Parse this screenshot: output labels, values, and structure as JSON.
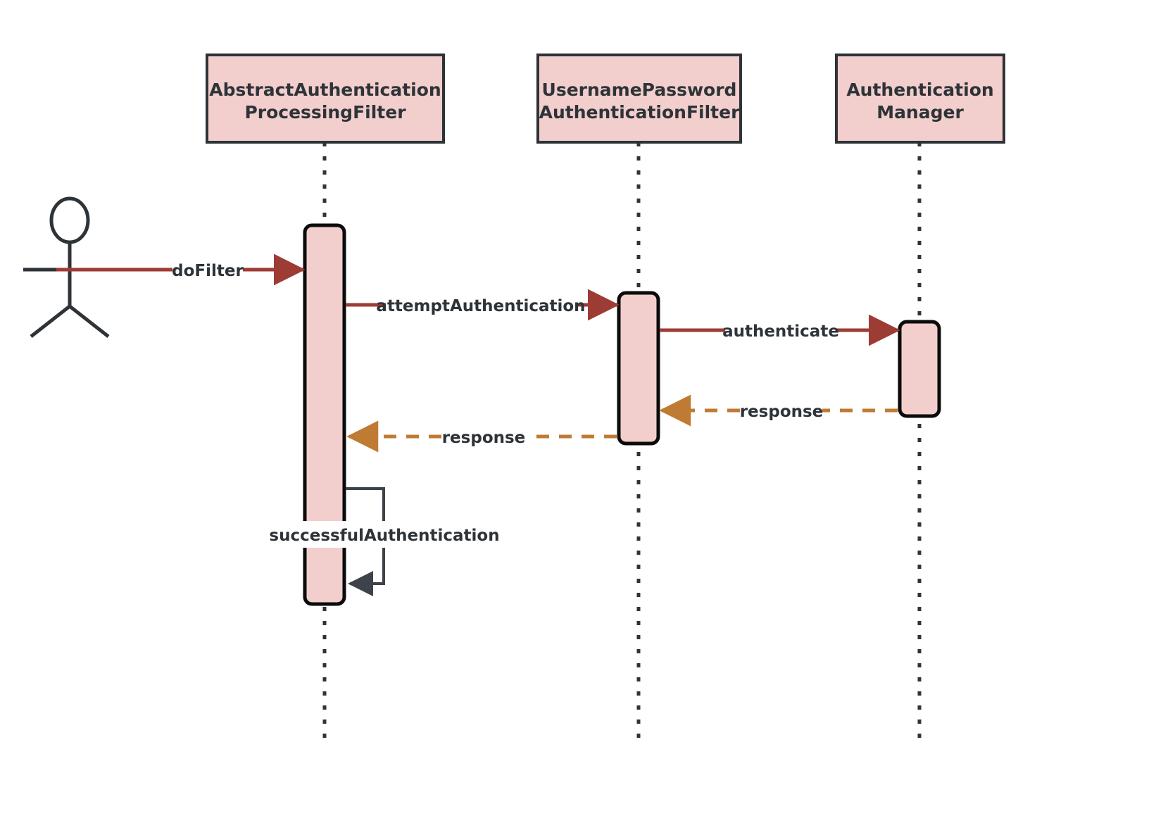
{
  "diagram": {
    "type": "uml-sequence-diagram",
    "title": "Spring Security authentication filter chain sequence",
    "colors": {
      "participant_fill": "#f2cecd",
      "participant_stroke": "#2e3338",
      "activation_fill": "#f2cecd",
      "activation_stroke": "#0b0b0b",
      "lifeline": "#2e3338",
      "sync_message": "#9d3b35",
      "return_message": "#bf7b33",
      "self_message": "#3d4348",
      "actor": "#2e3338",
      "label_text": "#2e3338",
      "background": "#ffffff"
    },
    "actor": {
      "name": "user-actor",
      "label": ""
    },
    "participants": [
      {
        "id": "abstract-authentication-processing-filter",
        "line1": "AbstractAuthentication",
        "line2": "ProcessingFilter"
      },
      {
        "id": "username-password-authentication-filter",
        "line1": "UsernamePassword",
        "line2": "AuthenticationFilter"
      },
      {
        "id": "authentication-manager",
        "line1": "Authentication",
        "line2": "Manager"
      }
    ],
    "messages": [
      {
        "id": "do-filter",
        "label": "doFilter",
        "kind": "sync",
        "direction": "right",
        "from": "user-actor",
        "to": "abstract-authentication-processing-filter"
      },
      {
        "id": "attempt-authentication",
        "label": "attemptAuthentication",
        "kind": "sync",
        "direction": "right",
        "from": "abstract-authentication-processing-filter",
        "to": "username-password-authentication-filter"
      },
      {
        "id": "authenticate",
        "label": "authenticate",
        "kind": "sync",
        "direction": "right",
        "from": "username-password-authentication-filter",
        "to": "authentication-manager"
      },
      {
        "id": "response-manager-to-filter",
        "label": "response",
        "kind": "return",
        "direction": "left",
        "from": "authentication-manager",
        "to": "username-password-authentication-filter"
      },
      {
        "id": "response-filter-to-abstract",
        "label": "response",
        "kind": "return",
        "direction": "left",
        "from": "username-password-authentication-filter",
        "to": "abstract-authentication-processing-filter"
      },
      {
        "id": "successful-authentication",
        "label": "successfulAuthentication",
        "kind": "self",
        "direction": "self",
        "from": "abstract-authentication-processing-filter",
        "to": "abstract-authentication-processing-filter"
      }
    ]
  }
}
